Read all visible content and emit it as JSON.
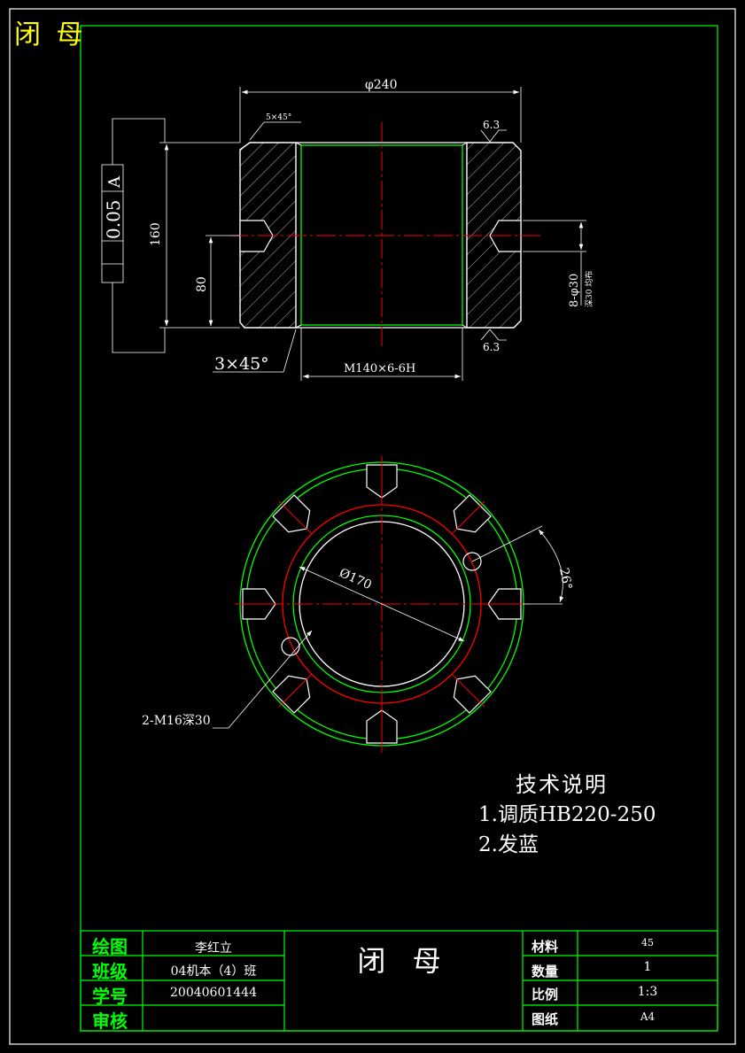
{
  "drawing": {
    "corner_title": "闭 母",
    "front_view": {
      "dim_diameter": "φ240",
      "dim_height": "160",
      "dim_half_height": "80",
      "dim_thread": "M140×6-6H",
      "chamfer_top": "5×45°",
      "chamfer_bottom": "3×45°",
      "roughness_top": "6.3",
      "roughness_bottom": "6.3",
      "tolerance_value": "0.05",
      "tolerance_datum": "A",
      "holes_label": "8-φ30",
      "holes_sub_label": "深30 均布"
    },
    "top_view": {
      "dim_pitch_circle": "Ø170",
      "dim_angle": "26°",
      "threaded_holes": "2-M16深30"
    },
    "tech_notes": {
      "title": "技术说明",
      "items": [
        "1.调质HB220-250",
        "2.发蓝"
      ]
    },
    "title_block": {
      "rows": [
        {
          "label": "绘图",
          "value": "李红立"
        },
        {
          "label": "班级",
          "value": "04机本（4）班"
        },
        {
          "label": "学号",
          "value": "20040601444"
        },
        {
          "label": "审核",
          "value": ""
        }
      ],
      "part_name": "闭 母",
      "props": [
        {
          "label": "材料",
          "value": "45"
        },
        {
          "label": "数量",
          "value": "1"
        },
        {
          "label": "比例",
          "value": "1:3"
        },
        {
          "label": "图纸",
          "value": "A4"
        }
      ]
    }
  },
  "colors": {
    "background": "#000000",
    "frame": "#00ff00",
    "outline": "#ffffff",
    "centerline": "#ff0000",
    "title_yellow": "#ffff00"
  }
}
